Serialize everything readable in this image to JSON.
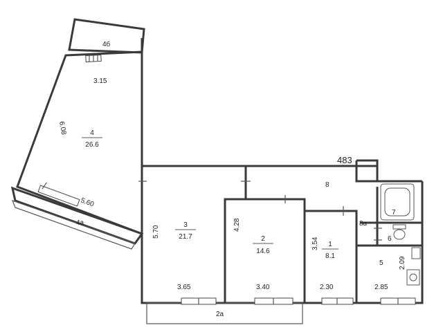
{
  "plan": {
    "rooms": [
      {
        "id": "1",
        "number": "1",
        "area": "8.1"
      },
      {
        "id": "2",
        "number": "2",
        "area": "14.6"
      },
      {
        "id": "3",
        "number": "3",
        "area": "21.7"
      },
      {
        "id": "4",
        "number": "4",
        "area": "26.6"
      },
      {
        "id": "4b",
        "number": "4б",
        "area": ""
      },
      {
        "id": "4a",
        "number": "4а",
        "area": ""
      },
      {
        "id": "2a",
        "number": "2а",
        "area": ""
      },
      {
        "id": "5",
        "number": "5",
        "area": ""
      },
      {
        "id": "6",
        "number": "6",
        "area": ""
      },
      {
        "id": "7",
        "number": "7",
        "area": ""
      },
      {
        "id": "8",
        "number": "8",
        "area": ""
      },
      {
        "id": "8a",
        "number": "8а",
        "area": ""
      }
    ],
    "dimensions": {
      "d_315": "3.15",
      "d_608": "6.08",
      "d_560": "5.60",
      "d_570": "5.70",
      "d_428": "4.28",
      "d_354": "3.54",
      "d_209": "2.09",
      "d_365": "3.65",
      "d_340": "3.40",
      "d_230": "2.30",
      "d_285": "2.85"
    },
    "marker": "483"
  }
}
